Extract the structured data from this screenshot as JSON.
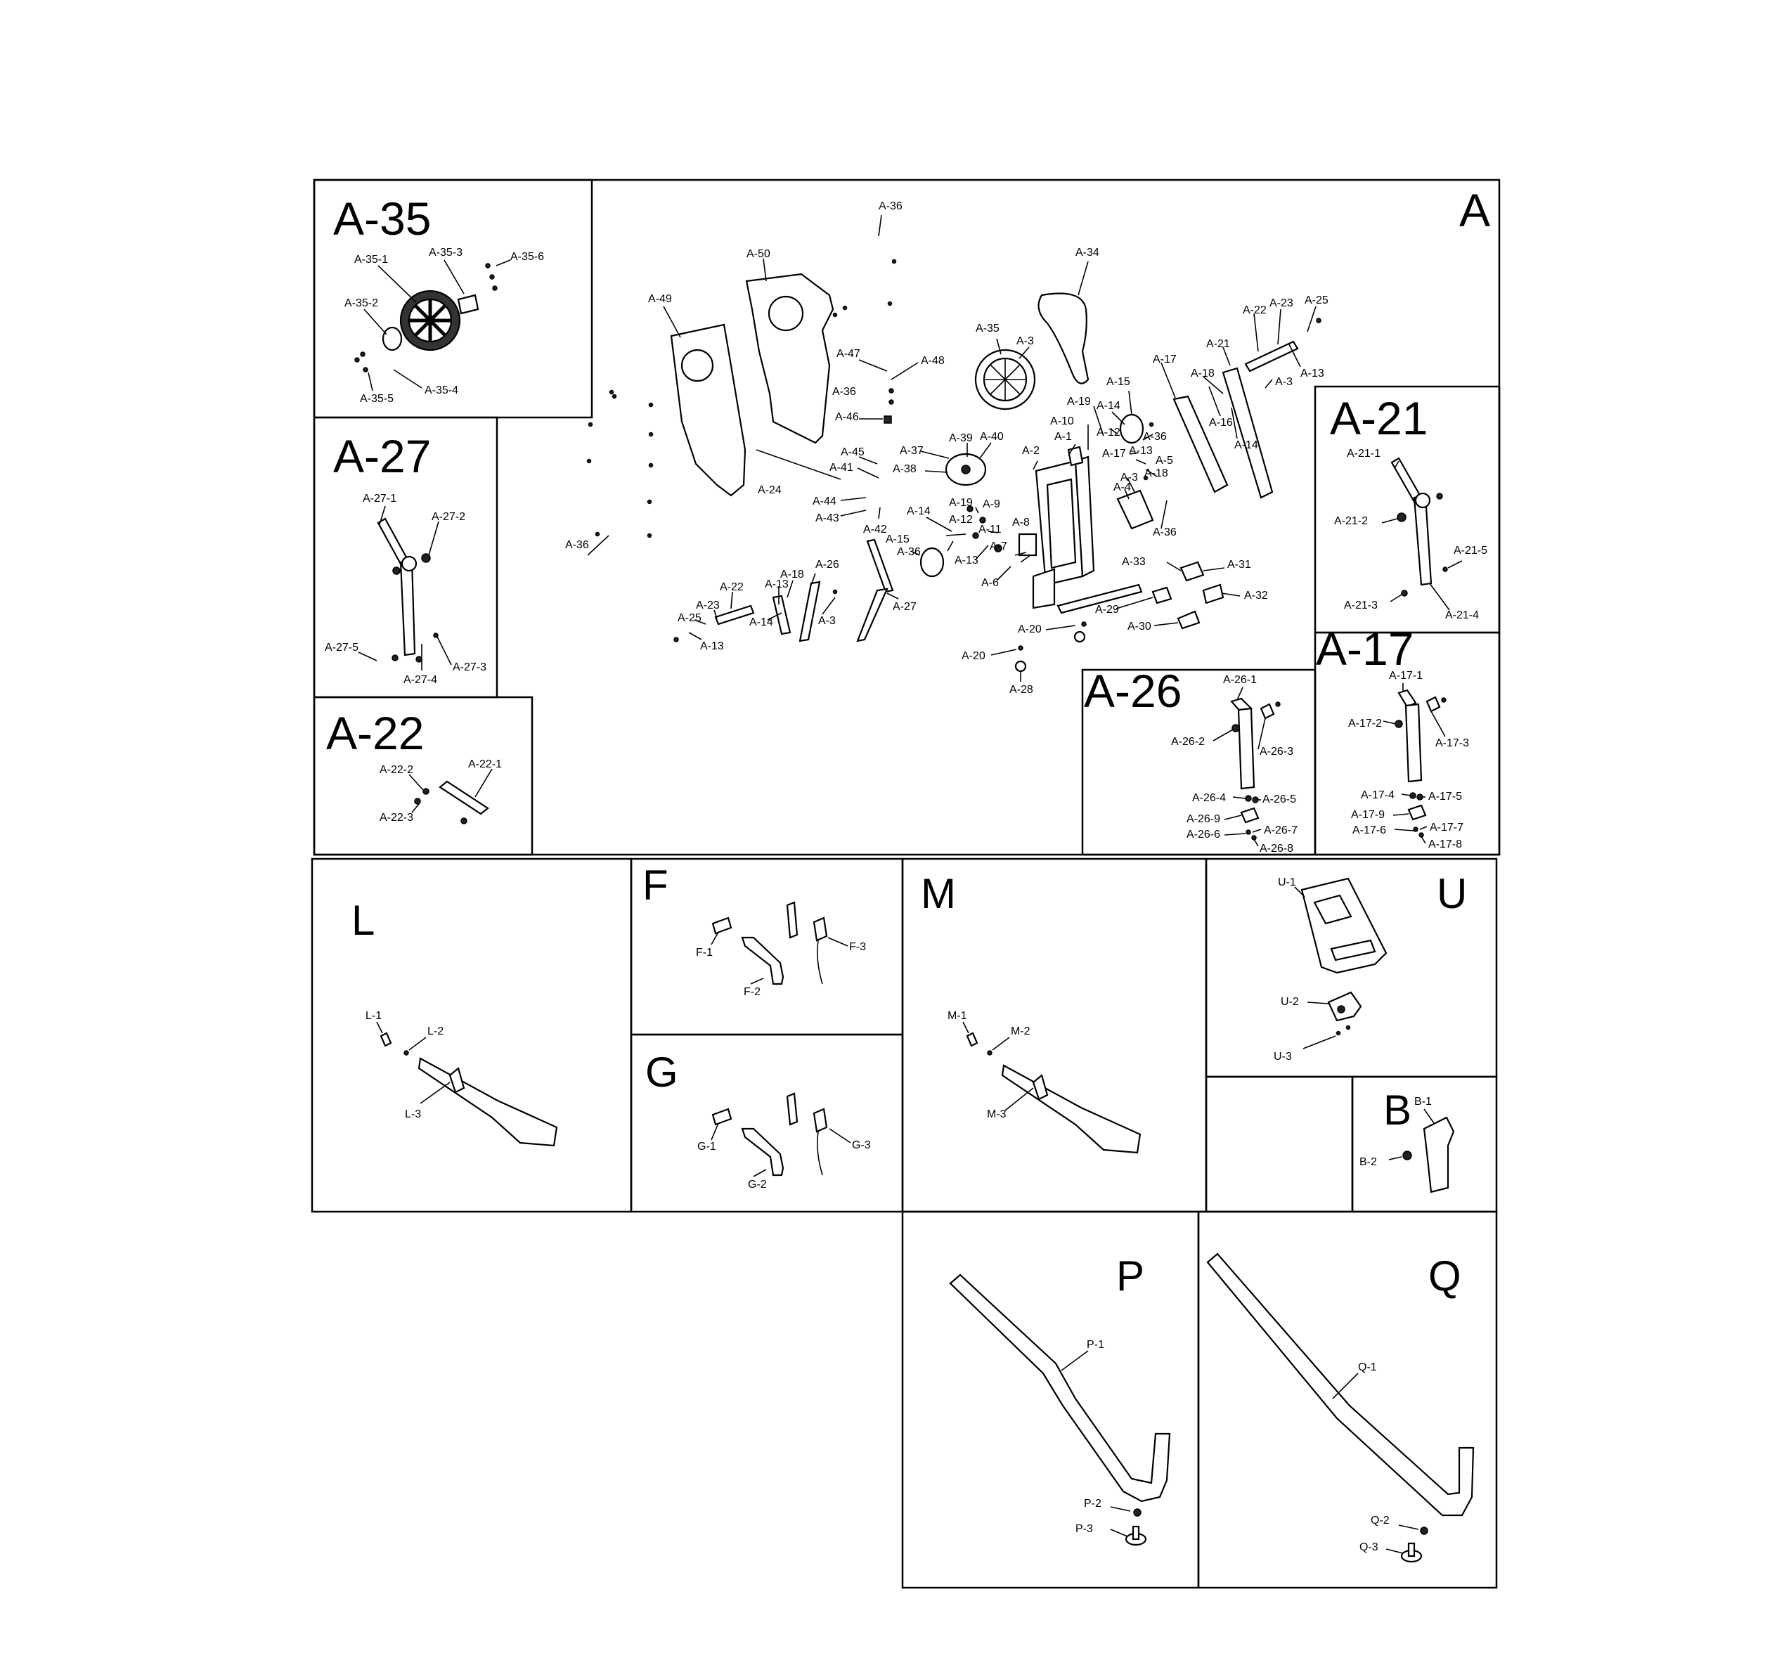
{
  "sections": {
    "A": "A",
    "A35": "A-35",
    "A27": "A-27",
    "A22": "A-22",
    "A21": "A-21",
    "A26": "A-26",
    "A17": "A-17",
    "L": "L",
    "F": "F",
    "G": "G",
    "M": "M",
    "U": "U",
    "B": "B",
    "P": "P",
    "Q": "Q"
  },
  "labels": {
    "a36_top": "A-36",
    "a50": "A-50",
    "a49": "A-49",
    "a34": "A-34",
    "a35": "A-35",
    "a3_pulley": "A-3",
    "a47": "A-47",
    "a48": "A-48",
    "a36_mid": "A-36",
    "a46": "A-46",
    "a37": "A-37",
    "a39": "A-39",
    "a40": "A-40",
    "a38": "A-38",
    "a45": "A-45",
    "a41": "A-41",
    "a24": "A-24",
    "a44": "A-44",
    "a43": "A-43",
    "a42": "A-42",
    "a36_left": "A-36",
    "a14_mid": "A-14",
    "a12": "A-12",
    "a19_mid": "A-19",
    "a9": "A-9",
    "a11": "A-11",
    "a13_mid": "A-13",
    "a15_mid": "A-15",
    "a36_disc": "A-36",
    "a7": "A-7",
    "a8": "A-8",
    "a6": "A-6",
    "a27": "A-27",
    "a2": "A-2",
    "a1": "A-1",
    "a10": "A-10",
    "a19_top": "A-19",
    "a14_top": "A-14",
    "a15_top": "A-15",
    "a12_top": "A-12",
    "a36_right": "A-36",
    "a17_mid": "A-17",
    "a13_right": "A-13",
    "a5": "A-5",
    "a18_mid": "A-18",
    "a3_mid": "A-3",
    "a4": "A-4",
    "a36_low": "A-36",
    "a33": "A-33",
    "a31": "A-31",
    "a29": "A-29",
    "a32": "A-32",
    "a30": "A-30",
    "a20_a": "A-20",
    "a20_b": "A-20",
    "a28": "A-28",
    "a22_left": "A-22",
    "a23_left": "A-23",
    "a25_left": "A-25",
    "a13_left": "A-13",
    "a18_left": "A-18",
    "a13_l2": "A-13",
    "a26_left": "A-26",
    "a14_left": "A-14",
    "a3_left": "A-3",
    "a17_right": "A-17",
    "a18_right": "A-18",
    "a16": "A-16",
    "a21_right": "A-21",
    "a14_right": "A-14",
    "a22_right": "A-22",
    "a23_right": "A-23",
    "a25_right": "A-25",
    "a3_right": "A-3",
    "a13_far": "A-13",
    "a35_1": "A-35-1",
    "a35_3": "A-35-3",
    "a35_6": "A-35-6",
    "a35_2": "A-35-2",
    "a35_5": "A-35-5",
    "a35_4": "A-35-4",
    "a27_1": "A-27-1",
    "a27_2": "A-27-2",
    "a27_5": "A-27-5",
    "a27_4": "A-27-4",
    "a27_3": "A-27-3",
    "a22_2": "A-22-2",
    "a22_1": "A-22-1",
    "a22_3": "A-22-3",
    "a21_1": "A-21-1",
    "a21_2": "A-21-2",
    "a21_5": "A-21-5",
    "a21_3": "A-21-3",
    "a21_4": "A-21-4",
    "a26_1": "A-26-1",
    "a26_2": "A-26-2",
    "a26_3": "A-26-3",
    "a26_4": "A-26-4",
    "a26_5": "A-26-5",
    "a26_9": "A-26-9",
    "a26_7": "A-26-7",
    "a26_6": "A-26-6",
    "a26_8": "A-26-8",
    "a17_1": "A-17-1",
    "a17_2": "A-17-2",
    "a17_3": "A-17-3",
    "a17_4": "A-17-4",
    "a17_5": "A-17-5",
    "a17_9": "A-17-9",
    "a17_7": "A-17-7",
    "a17_6": "A-17-6",
    "a17_8": "A-17-8",
    "l1": "L-1",
    "l2": "L-2",
    "l3": "L-3",
    "f1": "F-1",
    "f2": "F-2",
    "f3": "F-3",
    "g1": "G-1",
    "g2": "G-2",
    "g3": "G-3",
    "m1": "M-1",
    "m2": "M-2",
    "m3": "M-3",
    "u1": "U-1",
    "u2": "U-2",
    "u3": "U-3",
    "b1": "B-1",
    "b2": "B-2",
    "p1": "P-1",
    "p2": "P-2",
    "p3": "P-3",
    "q1": "Q-1",
    "q2": "Q-2",
    "q3": "Q-3"
  }
}
